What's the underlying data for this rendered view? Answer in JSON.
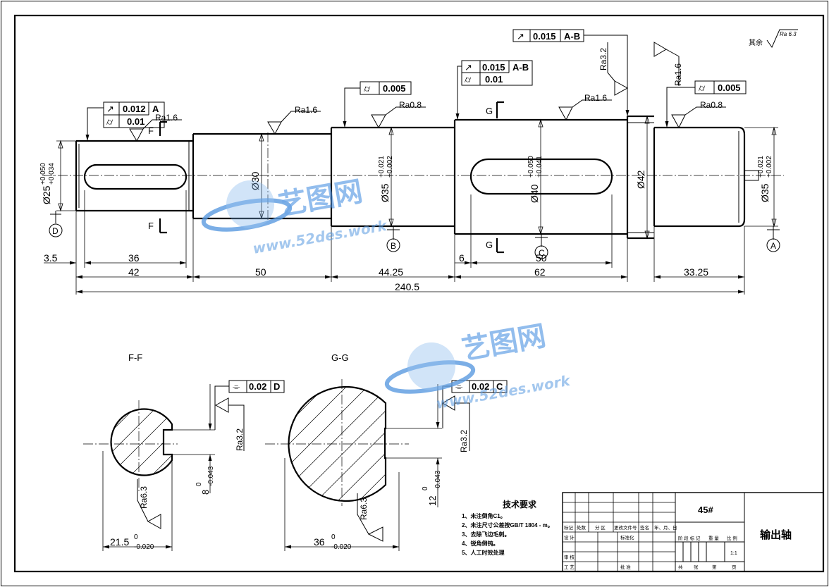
{
  "part": {
    "name": "输出轴",
    "material": "45#",
    "scale": "1:1"
  },
  "dims": {
    "d25": "Ø25",
    "d25_tol_up": "+0.050",
    "d25_tol_lo": "+0.034",
    "d30": "Ø30",
    "d35a": "Ø35",
    "d35a_tol_up": "+0.021",
    "d35a_tol_lo": "+0.002",
    "d40": "Ø40",
    "d40_tol_up": "+0.050",
    "d40_tol_lo": "+0.041",
    "d42": "Ø42",
    "d35b": "Ø35",
    "d35b_tol_up": "+0.021",
    "d35b_tol_lo": "+0.002",
    "l3_5": "3.5",
    "l36": "36",
    "l42": "42",
    "l50": "50",
    "l44_25": "44.25",
    "l6": "6",
    "l50b": "50",
    "l62": "62",
    "l33_25": "33.25",
    "l240_5": "240.5",
    "ff_w": "21.5",
    "ff_w_up": "0",
    "ff_w_lo": "-0.020",
    "ff_k": "8",
    "ff_k_up": "0",
    "ff_k_lo": "-0.043",
    "gg_w": "36",
    "gg_w_up": "0",
    "gg_w_lo": "-0.020",
    "gg_k": "12",
    "gg_k_up": "0",
    "gg_k_lo": "-0.043"
  },
  "rough": {
    "ra16": "Ra1.6",
    "ra08": "Ra0.8",
    "ra32": "Ra3.2",
    "ra63": "Ra6.3",
    "rest_label": "其余",
    "rest_value": "Ra 6.3"
  },
  "gdt": {
    "runout_sym": "↗",
    "cyl_sym": "⌭",
    "sym_sym": "⌯",
    "v0012": "0.012",
    "v001": "0.01",
    "v0005": "0.005",
    "v0015": "0.015",
    "v002": "0.02",
    "ref_a": "A",
    "ref_ab": "A-B",
    "ref_c": "C",
    "ref_d": "D"
  },
  "labels": {
    "datum_a": "A",
    "datum_b": "B",
    "datum_c": "C",
    "datum_d": "D",
    "sec_f": "F",
    "sec_g": "G",
    "sec_ff": "F-F",
    "sec_gg": "G-G"
  },
  "tech": {
    "title": "技术要求",
    "items": [
      "1、未注倒角C1。",
      "2、未注尺寸公差按GB/T 1804 - m。",
      "3、去除飞边毛刺。",
      "4、锐角倒钝。",
      "5、人工时效处理"
    ]
  },
  "titleblock": {
    "mark": "标记",
    "count": "处数",
    "zone": "分 区",
    "docno": "更改文件号",
    "sign": "签名",
    "date": "年、月、日",
    "design": "设 计",
    "std": "标准化",
    "stage": "阶 段 标 记",
    "weight": "重 量",
    "scale_l": "比 例",
    "check": "审 核",
    "process": "工 艺",
    "approve": "批 准",
    "total": "共",
    "sheets": "张",
    "sheet": "第",
    "page": "页"
  },
  "watermark": {
    "cn": "艺图网",
    "url": "www.52des.work"
  }
}
